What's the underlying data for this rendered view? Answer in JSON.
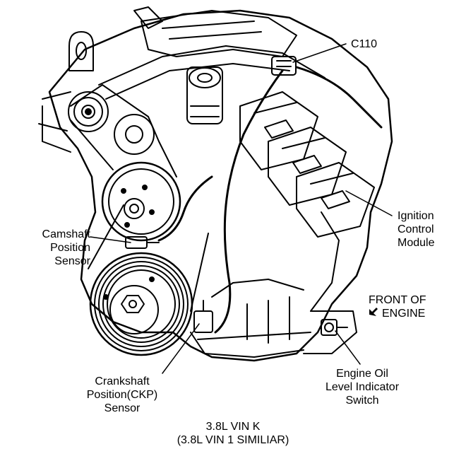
{
  "labels": {
    "c110": "C110",
    "ignition_module": [
      "Ignition",
      "Control",
      "Module"
    ],
    "camshaft_sensor": [
      "Camshaft",
      "Position",
      "Sensor"
    ],
    "front_of_engine": [
      "FRONT OF",
      "ENGINE"
    ],
    "crankshaft_sensor": [
      "Crankshaft",
      "Position(CKP)",
      "Sensor"
    ],
    "oil_level_switch": [
      "Engine Oil",
      "Level Indicator",
      "Switch"
    ]
  },
  "caption": {
    "line1": "3.8L VIN K",
    "line2": "(3.8L VIN 1 SIMILIAR)"
  },
  "icons": {
    "front_arrow": "front-arrow-icon"
  }
}
